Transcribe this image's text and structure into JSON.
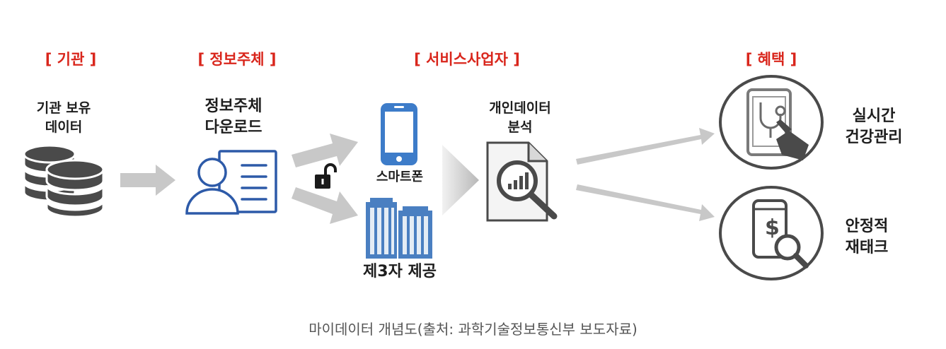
{
  "headers": {
    "institution": "[ 기관 ]",
    "subject": "[ 정보주체 ]",
    "provider": "[ 서비스사업자 ]",
    "benefit": "[ 혜택 ]"
  },
  "labels": {
    "institution_data_line1": "기관 보유",
    "institution_data_line2": "데이터",
    "subject_download_line1": "정보주체",
    "subject_download_line2": "다운로드",
    "smartphone": "스마트폰",
    "third_party": "제3자 제공",
    "analysis_line1": "개인데이터",
    "analysis_line2": "분석",
    "health_line1": "실시간",
    "health_line2": "건강관리",
    "finance_line1": "안정적",
    "finance_line2": "재태크"
  },
  "caption": "마이데이터 개념도(출처: 과학기술정보통신부 보도자료)",
  "colors": {
    "header_red": "#d9261c",
    "icon_dark_gray": "#4a4a4a",
    "icon_blue": "#2d5aa8",
    "phone_blue": "#3d7cc9",
    "arrow_gray": "#c8c8c8"
  }
}
